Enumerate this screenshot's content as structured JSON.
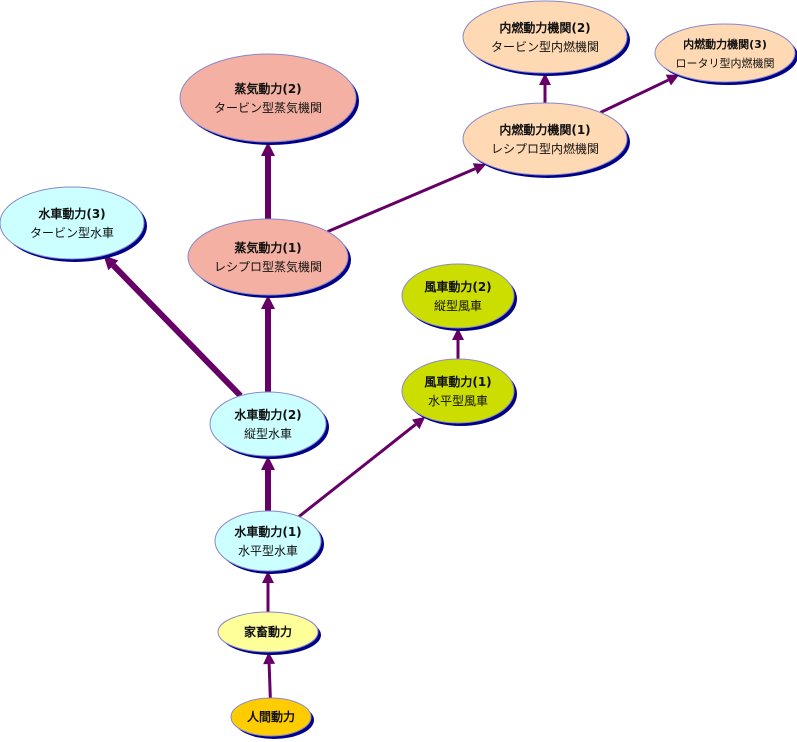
{
  "nodes": [
    {
      "id": "human",
      "title": "人間動力",
      "subtitle": "",
      "fill": "#ffcc00"
    },
    {
      "id": "animal",
      "title": "家畜動力",
      "subtitle": "",
      "fill": "#ffff99"
    },
    {
      "id": "water1",
      "title": "水車動力(1)",
      "subtitle": "水平型水車",
      "fill": "#ccffff"
    },
    {
      "id": "water2",
      "title": "水車動力(2)",
      "subtitle": "縦型水車",
      "fill": "#ccffff"
    },
    {
      "id": "water3",
      "title": "水車動力(3)",
      "subtitle": "タービン型水車",
      "fill": "#ccffff"
    },
    {
      "id": "steam1",
      "title": "蒸気動力(1)",
      "subtitle": "レシプロ型蒸気機関",
      "fill": "#f4b0a2"
    },
    {
      "id": "steam2",
      "title": "蒸気動力(2)",
      "subtitle": "タービン型蒸気機関",
      "fill": "#f4b0a2"
    },
    {
      "id": "wind1",
      "title": "風車動力(1)",
      "subtitle": "水平型風車",
      "fill": "#ccdd00"
    },
    {
      "id": "wind2",
      "title": "風車動力(2)",
      "subtitle": "縦型風車",
      "fill": "#ccdd00"
    },
    {
      "id": "ice1",
      "title": "内燃動力機関(1)",
      "subtitle": "レシプロ型内燃機関",
      "fill": "#ffd9b3"
    },
    {
      "id": "ice2",
      "title": "内燃動力機関(2)",
      "subtitle": "タービン型内燃機関",
      "fill": "#ffd9b3"
    },
    {
      "id": "ice3",
      "title": "内燃動力機関(3)",
      "subtitle": "ロータリ型内燃機関",
      "fill": "#ffd9b3"
    }
  ],
  "edges": [
    {
      "from": "human",
      "to": "animal",
      "weight": "thin"
    },
    {
      "from": "animal",
      "to": "water1",
      "weight": "thin"
    },
    {
      "from": "water1",
      "to": "water2",
      "weight": "thick"
    },
    {
      "from": "water1",
      "to": "wind1",
      "weight": "thin"
    },
    {
      "from": "wind1",
      "to": "wind2",
      "weight": "thin"
    },
    {
      "from": "water2",
      "to": "steam1",
      "weight": "thick"
    },
    {
      "from": "water2",
      "to": "water3",
      "weight": "thick"
    },
    {
      "from": "steam1",
      "to": "steam2",
      "weight": "thick"
    },
    {
      "from": "steam1",
      "to": "ice1",
      "weight": "thin"
    },
    {
      "from": "ice1",
      "to": "ice2",
      "weight": "thin"
    },
    {
      "from": "ice1",
      "to": "ice3",
      "weight": "thin"
    }
  ],
  "colors": {
    "edge": "#660066",
    "node_stroke": "#0000aa",
    "shadow": "#000088"
  }
}
